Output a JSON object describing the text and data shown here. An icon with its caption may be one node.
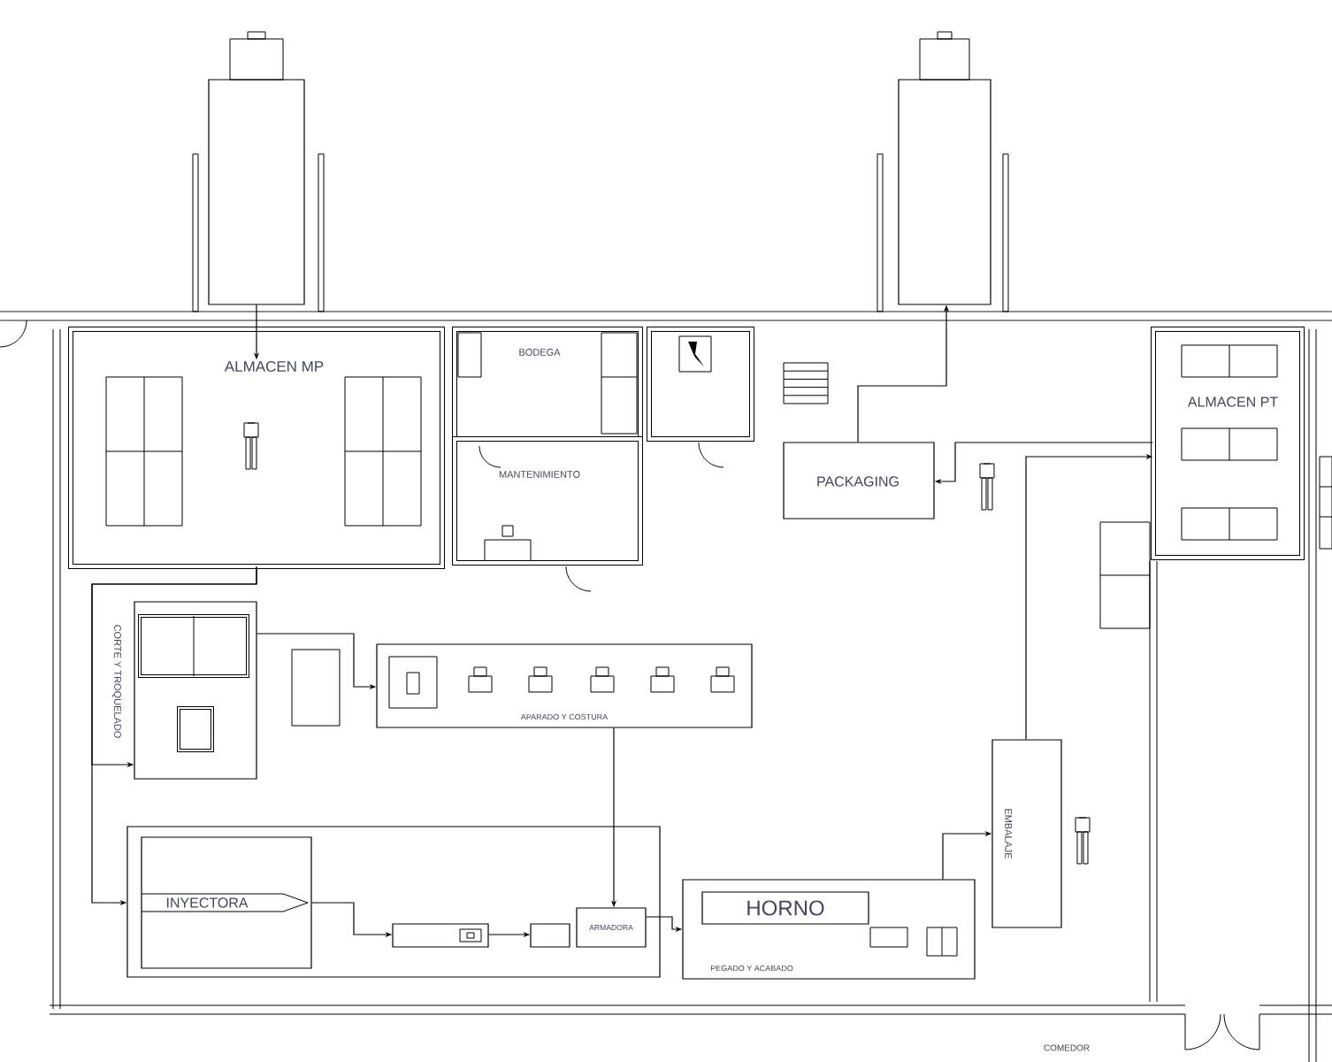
{
  "diagram": {
    "nodes": [
      {
        "text": [],
        "shape": "box"
      },
      {
        "text": [],
        "shape": "box"
      },
      {
        "text": [
          "ALMACEN MP"
        ]
      },
      {
        "text": [
          "BODEGA"
        ]
      },
      {
        "text": [
          "MANTENIMIENTO"
        ]
      },
      {
        "text": [
          "PACKAGING"
        ]
      },
      {
        "text": [
          "ALMACEN PT"
        ]
      },
      {
        "text": [
          "CORTE Y TROQUELADO"
        ]
      },
      {
        "text": [
          "APARADO Y COSTURA"
        ]
      },
      {
        "text": [],
        "shape": "box"
      },
      {
        "text": [
          "INYECTORA"
        ],
        "in": 9
      },
      {
        "text": [],
        "shape": "box",
        "in": 9
      },
      {
        "text": [],
        "shape": "box",
        "in": 9
      },
      {
        "text": [
          "ARMADORA"
        ],
        "in": 9
      },
      {
        "text": [
          "PEGADO Y ACABADO"
        ]
      },
      {
        "text": [
          "HORNO"
        ],
        "in": 14
      },
      {
        "text": [
          "EMBALAJE"
        ]
      }
    ],
    "edges": [
      {
        "from": 0,
        "to": 2,
        "arrow": "to"
      },
      {
        "from": 2,
        "to": 7,
        "arrow": "to"
      },
      {
        "from": 2,
        "to": 9,
        "arrow": "to"
      },
      {
        "from": 7,
        "to": 8,
        "arrow": "to"
      },
      {
        "from": 10,
        "to": 11,
        "arrow": "to"
      },
      {
        "from": 11,
        "to": 12,
        "arrow": "to"
      },
      {
        "from": 8,
        "to": 13,
        "arrow": "to"
      },
      {
        "from": 13,
        "to": 14,
        "arrow": "to"
      },
      {
        "from": 14,
        "to": 16,
        "arrow": "to"
      },
      {
        "from": 16,
        "to": 6,
        "arrow": "to"
      },
      {
        "from": 6,
        "to": 5,
        "arrow": "to"
      },
      {
        "from": 5,
        "to": 1,
        "arrow": "to"
      }
    ],
    "labels": [
      "COMEDOR"
    ]
  }
}
